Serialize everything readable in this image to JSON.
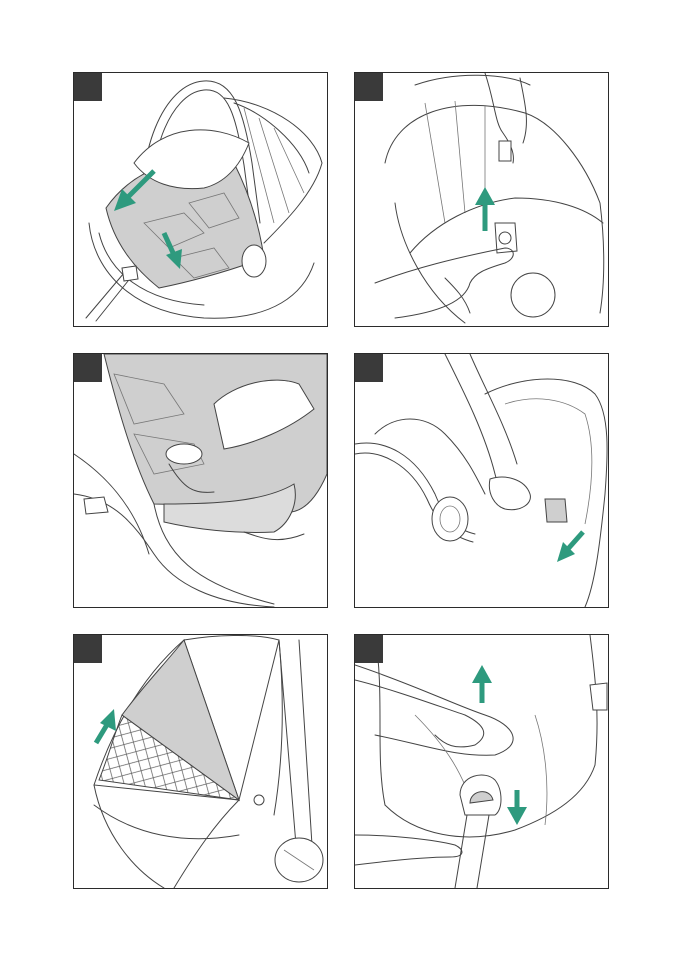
{
  "colors": {
    "accent": "#2e9a7e",
    "shade": "#cfcfcf",
    "line": "#444444",
    "badge": "#3a3a3a"
  },
  "panels": [
    {
      "id": "p1",
      "badge": "",
      "arrows": 2
    },
    {
      "id": "p2",
      "badge": "",
      "arrows": 1
    },
    {
      "id": "p3",
      "badge": "",
      "arrows": 0
    },
    {
      "id": "p4",
      "badge": "",
      "arrows": 1
    },
    {
      "id": "p5",
      "badge": "",
      "arrows": 1
    },
    {
      "id": "p6",
      "badge": "",
      "arrows": 2
    }
  ]
}
